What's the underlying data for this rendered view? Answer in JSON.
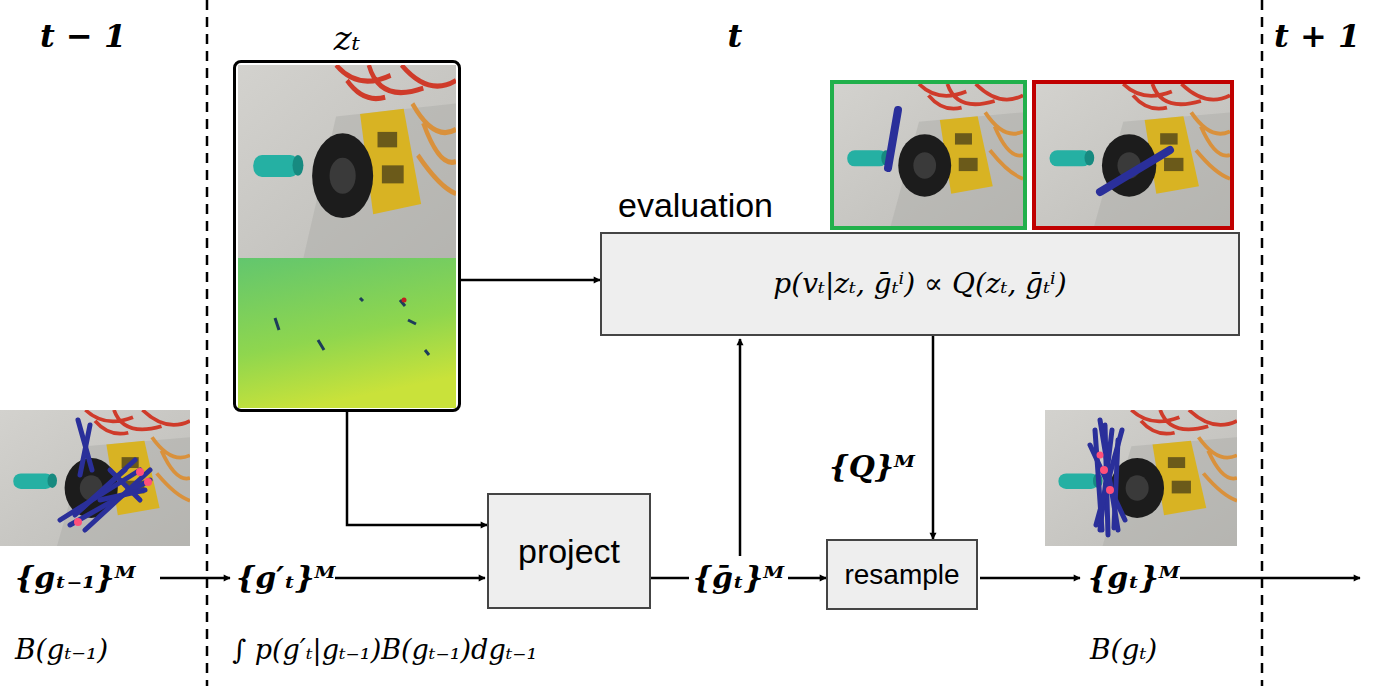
{
  "diagram": {
    "nodes": [
      {
        "text": [
          "zₜ"
        ]
      },
      {
        "text": [
          "evaluation",
          "p(vₜ|zₜ, ḡₜⁱ) ∝ Q(zₜ, ḡₜⁱ)"
        ]
      },
      {
        "text": [
          "project"
        ]
      },
      {
        "text": [
          "resample"
        ]
      }
    ],
    "edges": [
      {
        "from": 0,
        "to": 2,
        "arrow": "to"
      },
      {
        "from": 0,
        "to": 1,
        "arrow": "to"
      },
      {
        "from": 2,
        "to": 3,
        "label": "{ḡₜ}ᴹ",
        "arrow": "to"
      },
      {
        "from": 1,
        "to": 3,
        "label": "{Q}ᴹ",
        "arrow": "to"
      }
    ],
    "labels": [
      "t − 1",
      "t",
      "t + 1",
      "{gₜ₋₁}ᴹ",
      "B(gₜ₋₁)",
      "{g′ₜ}ᴹ",
      "∫ p(g′ₜ|gₜ₋₁)B(gₜ₋₁)dgₜ₋₁",
      "{gₜ}ᴹ",
      "B(gₜ)"
    ]
  }
}
